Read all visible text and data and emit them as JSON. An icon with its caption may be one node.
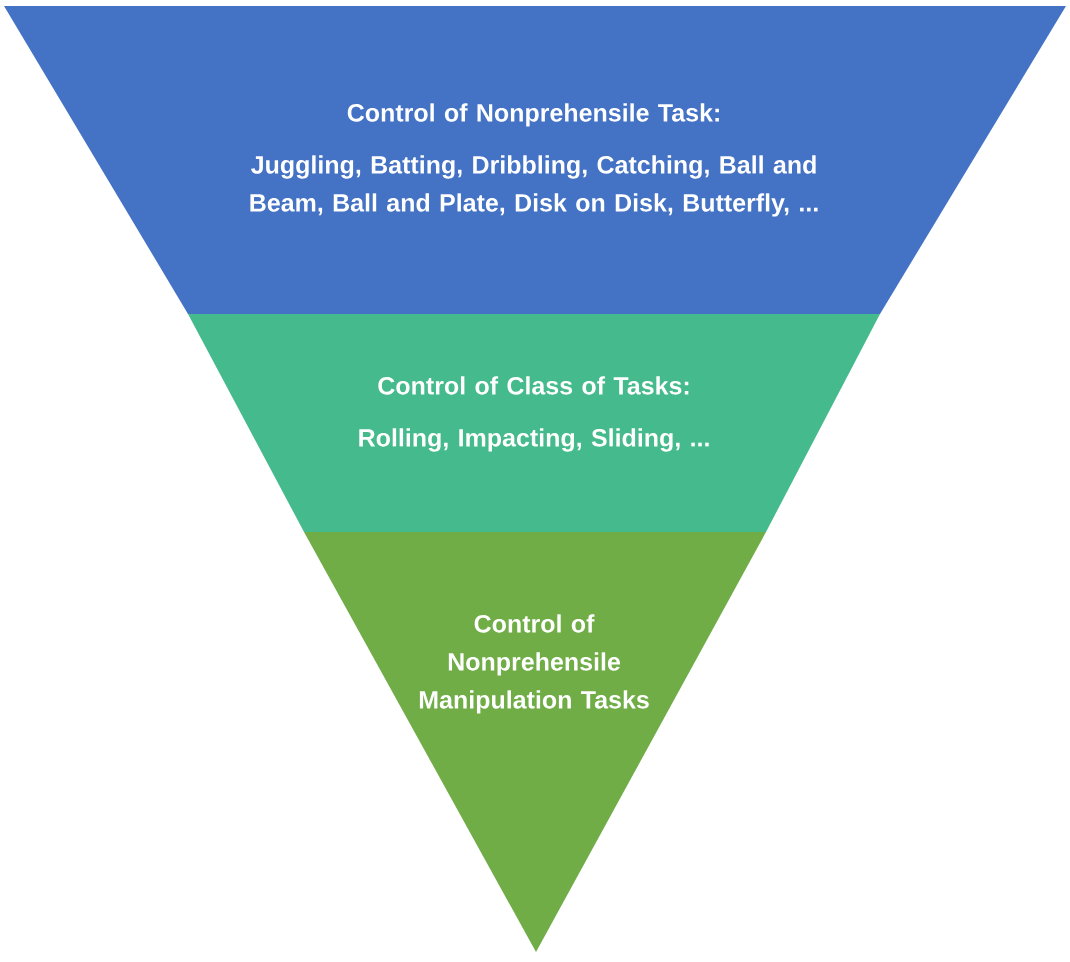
{
  "diagram": {
    "nodes": [
      {
        "text": [
          "Control of Nonprehensile Task:",
          "Juggling, Batting, Dribbling, Catching, Ball and Beam, Ball and Plate, Disk on Disk, Butterfly, ..."
        ]
      },
      {
        "text": [
          "Control of Class of Tasks:",
          "Rolling, Impacting, Sliding, ..."
        ]
      },
      {
        "text": [
          "Control of Nonprehensile Manipulation Tasks"
        ]
      }
    ]
  }
}
